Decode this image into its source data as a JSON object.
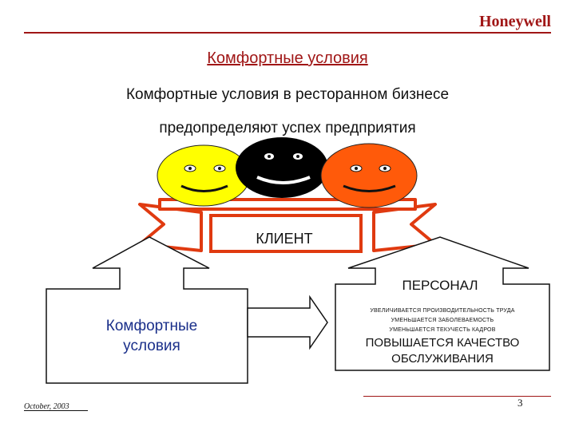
{
  "header": {
    "brand": "Honeywell"
  },
  "slide": {
    "title": "Комфортные условия",
    "subtitle_line1": "Комфортные условия в ресторанном бизнесе",
    "subtitle_line2": "предопределяют успех предприятия"
  },
  "diagram": {
    "client_label": "КЛИЕНТ",
    "personnel_label": "ПЕРСОНАЛ",
    "comfort_line1": "Комфортные",
    "comfort_line2": "условия",
    "effects": [
      "УВЕЛИЧИВАЕТСЯ ПРОИЗВОДИТЕЛЬНОСТЬ ТРУДА",
      "УМЕНЬШАЕТСЯ ЗАБОЛЕВАЕМОСТЬ",
      "УМЕНЬШАЕТСЯ ТЕКУЧЕСТЬ КАДРОВ"
    ],
    "quality_line1": "ПОВЫШАЕТСЯ КАЧЕСТВО",
    "quality_line2": "ОБСЛУЖИВАНИЯ",
    "colors": {
      "yellow_face": "#ffff00",
      "black_face": "#000000",
      "orange_face": "#ff5a0a",
      "ribbon": "#e03a10",
      "accent": "#a01616"
    }
  },
  "footer": {
    "date": "October, 2003",
    "page_number": "3"
  }
}
